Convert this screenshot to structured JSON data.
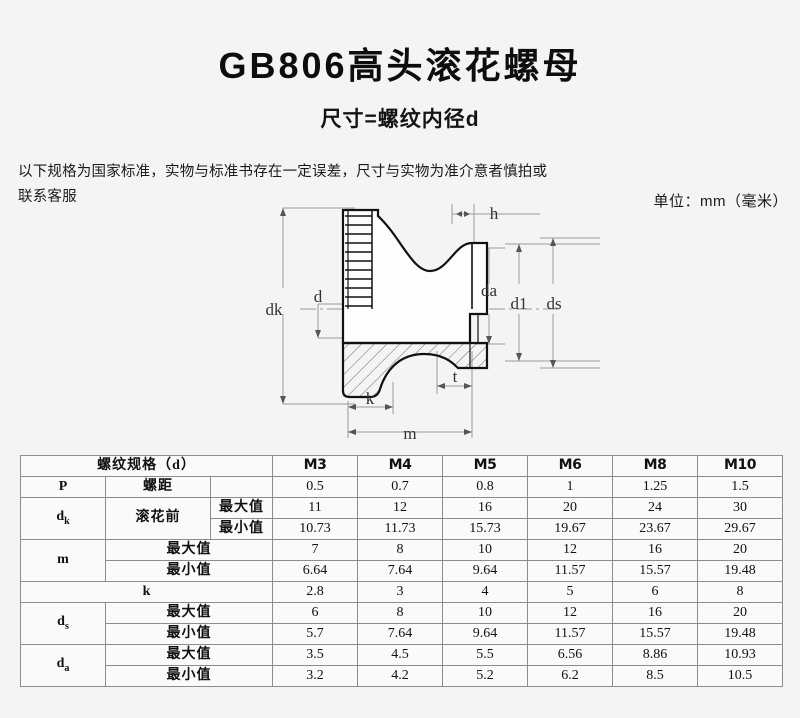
{
  "header": {
    "title": "GB806高头滚花螺母",
    "subtitle": "尺寸=螺纹内径d",
    "description_line1": "以下规格为国家标准，实物与标准书存在一定误差，尺寸与实物为准介意者慎拍或",
    "description_line2": "联系客服",
    "unit_note": "单位：mm（毫米）"
  },
  "drawing": {
    "labels": {
      "dk": "dk",
      "d": "d",
      "h": "h",
      "da": "da",
      "d1": "d1",
      "ds": "ds",
      "t": "t",
      "k": "k",
      "m": "m"
    }
  },
  "table": {
    "spec_header": "螺纹规格（d）",
    "sizes": [
      "M3",
      "M4",
      "M5",
      "M6",
      "M8",
      "M10"
    ],
    "labels": {
      "p": "P",
      "pitch": "螺距",
      "dk": "d",
      "dk_sub": "k",
      "before_knurl": "滚花前",
      "max": "最大值",
      "min": "最小值",
      "m": "m",
      "k": "k",
      "ds": "d",
      "ds_sub": "s",
      "da": "d",
      "da_sub": "a"
    },
    "rows": {
      "pitch": [
        "0.5",
        "0.7",
        "0.8",
        "1",
        "1.25",
        "1.5"
      ],
      "dk_max": [
        "11",
        "12",
        "16",
        "20",
        "24",
        "30"
      ],
      "dk_min": [
        "10.73",
        "11.73",
        "15.73",
        "19.67",
        "23.67",
        "29.67"
      ],
      "m_max": [
        "7",
        "8",
        "10",
        "12",
        "16",
        "20"
      ],
      "m_min": [
        "6.64",
        "7.64",
        "9.64",
        "11.57",
        "15.57",
        "19.48"
      ],
      "k": [
        "2.8",
        "3",
        "4",
        "5",
        "6",
        "8"
      ],
      "ds_max": [
        "6",
        "8",
        "10",
        "12",
        "16",
        "20"
      ],
      "ds_min": [
        "5.7",
        "7.64",
        "9.64",
        "11.57",
        "15.57",
        "19.48"
      ],
      "da_max": [
        "3.5",
        "4.5",
        "5.5",
        "6.56",
        "8.86",
        "10.93"
      ],
      "da_min": [
        "3.2",
        "4.2",
        "5.2",
        "6.2",
        "8.5",
        "10.5"
      ]
    }
  }
}
